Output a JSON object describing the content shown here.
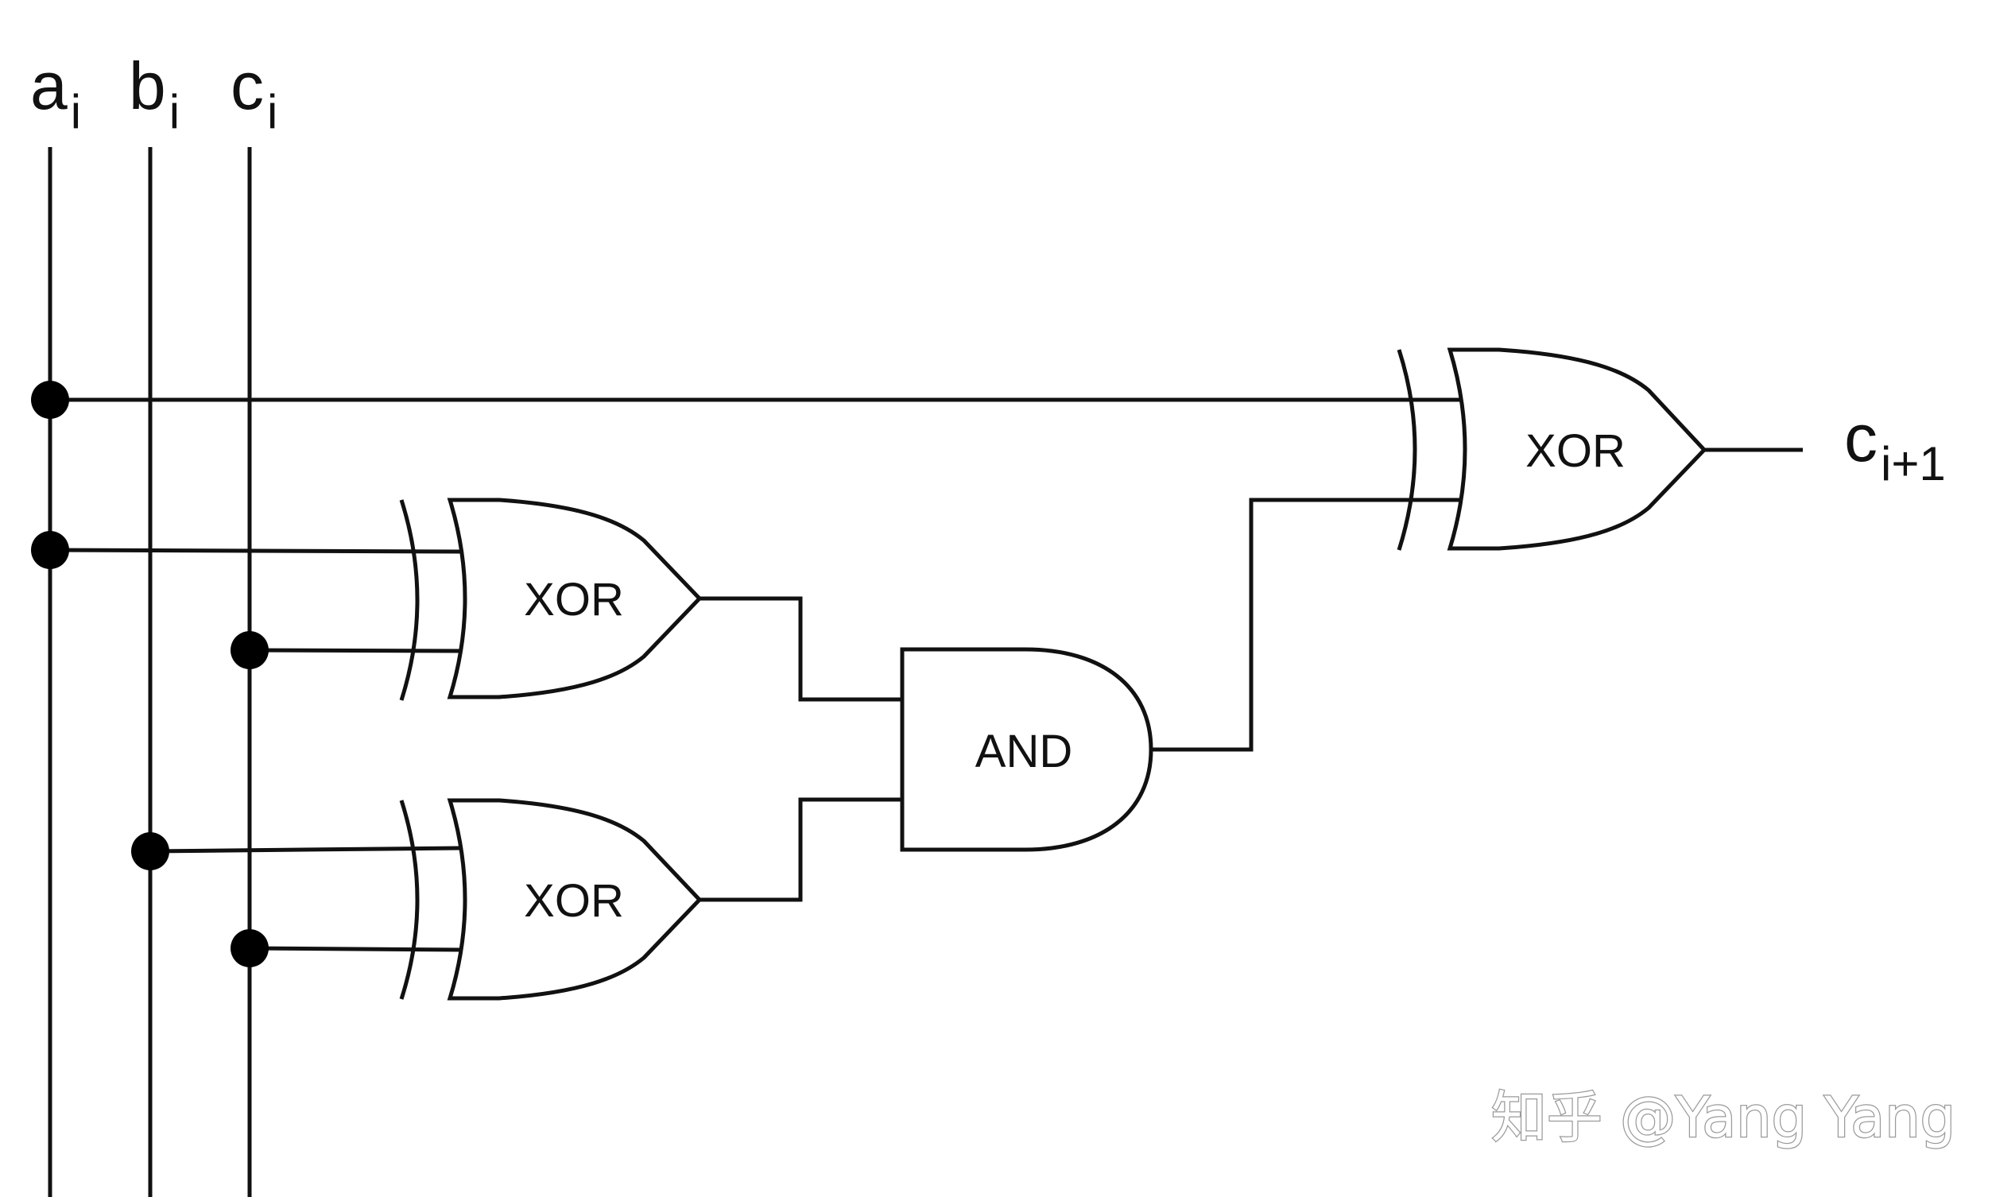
{
  "signals": {
    "a": {
      "base": "a",
      "sub": "i"
    },
    "b": {
      "base": "b",
      "sub": "i"
    },
    "c": {
      "base": "c",
      "sub": "i"
    },
    "out": {
      "base": "c",
      "sub": "i+1"
    }
  },
  "gates": {
    "xor_top": "XOR",
    "xor_bottom": "XOR",
    "and": "AND",
    "xor_out": "XOR"
  },
  "watermark": "知乎 @Yang Yang"
}
